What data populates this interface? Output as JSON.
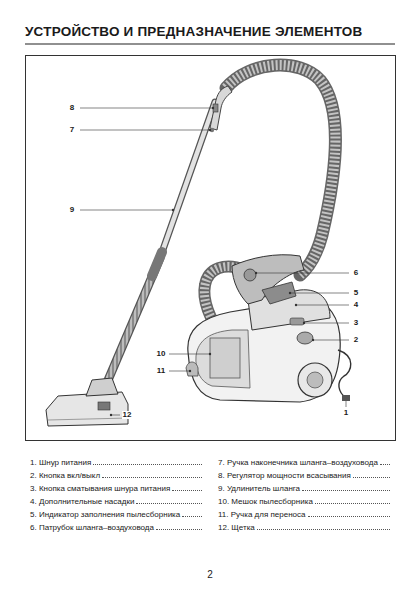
{
  "diagram": {
    "title": "УСТРОЙСТВО И ПРЕДНАЗНАЧЕНИЕ ЭЛЕМЕНТОВ",
    "labels": [
      "8",
      "7",
      "9",
      "6",
      "5",
      "4",
      "3",
      "2",
      "10",
      "11",
      "12",
      "1",
      "1. Шнур питания",
      "2. Кнопка вкл/выкл",
      "3. Кнопка сматывания шнура питания",
      "4. Дополнительные насадки",
      "5. Индикатор заполнения пылесборника",
      "6. Патрубок шланга–воздуховода",
      "7. Ручка наконечника шланга–воздуховода",
      "8. Регулятор мощности всасывания",
      "9. Удлинитель шланга",
      "10. Мешок пылесборника",
      "11. Ручка для переноса",
      "12. Щетка",
      "2"
    ]
  }
}
